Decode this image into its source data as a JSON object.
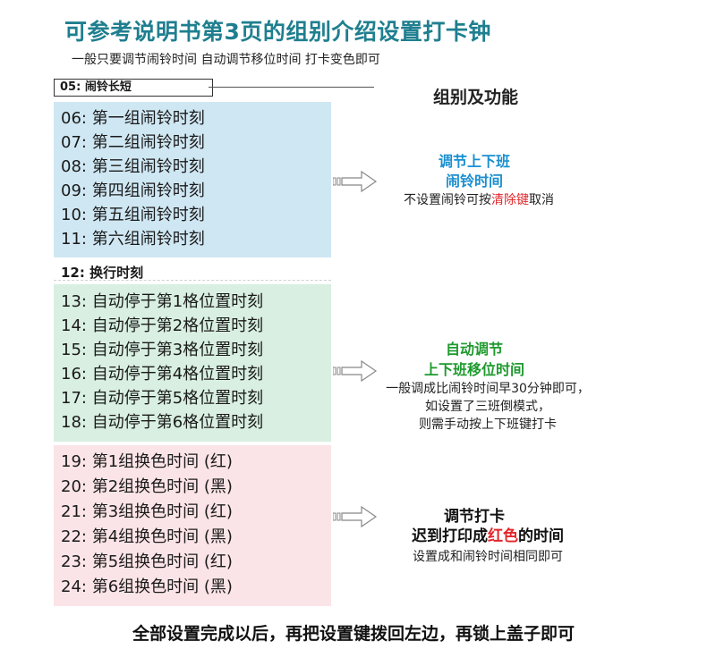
{
  "title": "可参考说明书第3页的组别介绍设置打卡钟",
  "subtitle": "一般只要调节闹铃时间 自动调节移位时间 打卡变色即可",
  "item05": "05:  闹铃长短",
  "group_title": "组别及功能",
  "blue_rows": [
    "06: 第一组闹铃时刻",
    "07: 第二组闹铃时刻",
    "08: 第三组闹铃时刻",
    "09: 第四组闹铃时刻",
    "10: 第五组闹铃时刻",
    "11: 第六组闹铃时刻"
  ],
  "item12": "12:  换行时刻",
  "green_rows": [
    "13: 自动停于第1格位置时刻",
    "14: 自动停于第2格位置时刻",
    "15: 自动停于第3格位置时刻",
    "16: 自动停于第4格位置时刻",
    "17: 自动停于第5格位置时刻",
    "18: 自动停于第6格位置时刻"
  ],
  "pink_rows": [
    "19: 第1组换色时间 (红)",
    "20: 第2组换色时间 (黑)",
    "21: 第3组换色时间 (红)",
    "22: 第4组换色时间 (黑)",
    "23: 第5组换色时间 (红)",
    "24: 第6组换色时间 (黑)"
  ],
  "note_blue": {
    "head_line1": "调节上下班",
    "head_line2": "闹铃时间",
    "body_prefix": "不设置闹铃可按",
    "body_highlight": "清除键",
    "body_suffix": "取消"
  },
  "note_green": {
    "head_line1": "自动调节",
    "head_line2": "上下班移位时间",
    "body_line1": "一般调成比闹铃时间早30分钟即可，",
    "body_line2": "如设置了三班倒模式，",
    "body_line3": "则需手动按上下班键打卡"
  },
  "note_pink": {
    "head_line1": "调节打卡",
    "head_line2_prefix": "迟到打印成",
    "head_line2_highlight": "红色",
    "head_line2_suffix": "的时间",
    "body_line1": "设置成和闹铃时间相同即可"
  },
  "footer": "全部设置完成以后，再把设置键拨回左边，再锁上盖子即可",
  "colors": {
    "title": "#1f7f8f",
    "blue_panel": "#cfe7f3",
    "green_panel": "#d8efe1",
    "pink_panel": "#fbe4e7",
    "blue_head": "#1a8fd0",
    "green_head": "#1e9a2e",
    "red_text": "#e0262b"
  },
  "icons": {
    "arrow": "right-outline-arrow-icon"
  }
}
